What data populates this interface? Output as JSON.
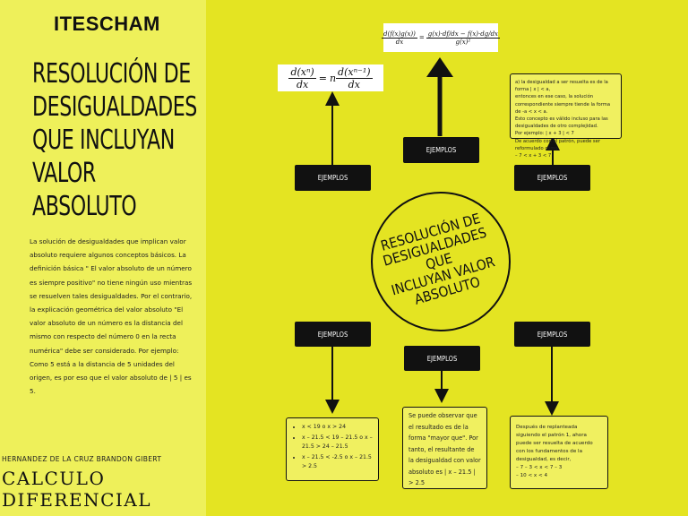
{
  "sidebar": {
    "school": "ITESCHAM",
    "title_lines": [
      "RESOLUCIÓN DE",
      "DESIGUALDADES",
      "QUE INCLUYAN",
      "VALOR",
      "ABSOLUTO"
    ],
    "intro": "La solución de desigualdades que implican valor absoluto requiere algunos conceptos básicos. La definición básica \" El valor absoluto de un número es siempre positivo\" no tiene ningún uso mientras se resuelven tales desigualdades. Por el contrario, la explicación geométrica del valor absoluto \"El valor absoluto de un número es la distancia del mismo con respecto del número 0 en la recta numérica\" debe ser considerado. Por ejemplo: Como 5 está a la distancia de 5 unidades del origen, es por eso que el valor absoluto de | 5 | es 5.",
    "author": "HERNANDEZ DE LA CRUZ BRANDON GIBERT",
    "course_line1": "CALCULO",
    "course_line2": "DIFERENCIAL"
  },
  "center": {
    "lines": [
      "RESOLUCIÓN DE",
      "DESIGUALDADES QUE",
      "INCLUYAN VALOR",
      "ABSOLUTO"
    ]
  },
  "boxes": {
    "ejemplos_label": "EJEMPLOS"
  },
  "formulas": {
    "power_rule": {
      "lhs_num": "d(xⁿ)",
      "lhs_den": "dx",
      "eq": "=",
      "coef": "n",
      "rhs_num": "d(xⁿ⁻¹)",
      "rhs_den": "dx"
    },
    "quotient_rule": {
      "lhs_num": "d(f(x)g(x))",
      "lhs_den": "dx",
      "eq": "=",
      "rhs_num": "g(x)·df/dx − f(x)·dg/dx",
      "rhs_den": "g(x)²"
    }
  },
  "notes": {
    "top_right": [
      "a) la desigualdad a ser resuelta es de la forma | x | < a,",
      "entonces en ese caso, la solución correspondiente siempre tiende la forma de -a < x < a.",
      "Esto concepto es válido incluso para las desigualdades de otro complejidad.",
      "Por ejemplo: | x + 3 | < 7",
      "De acuerdo con el patrón, puede ser reformulado como",
      "– 7 < x + 3 < 7"
    ],
    "bottom_left": [
      "x < 19 o x > 24",
      "x – 21.5 < 19 – 21.5 o x – 21.5 > 24 – 21.5",
      "x – 21.5 < -2.5 o x – 21.5 > 2.5"
    ],
    "bottom_center": "Se puede observar que el resultado es de la forma \"mayor que\". Por tanto, el resultante de la desigualdad con valor absoluto es | x – 21.5 | > 2.5",
    "bottom_right": [
      "Después de replanteada siguiendo el patrón 1, ahora puede ser resuelta de acuerdo con los fundamentos de la desigualdad, es decir,",
      "– 7 – 3 < x < 7 – 3",
      "– 10 < x < 4"
    ]
  }
}
